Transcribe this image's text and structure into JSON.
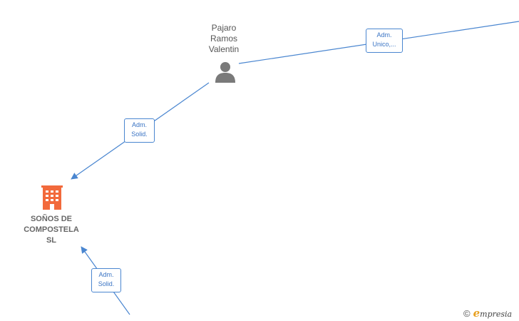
{
  "person": {
    "name_lines": [
      "Pajaro",
      "Ramos",
      "Valentin"
    ],
    "icon": "person-icon"
  },
  "company": {
    "name_lines": [
      "SOÑOS DE",
      "COMPOSTELA",
      "SL"
    ],
    "icon": "building-icon",
    "color": "#f26a3c"
  },
  "edges": {
    "top_right": {
      "lines": [
        "Adm.",
        "Unico,..."
      ]
    },
    "middle": {
      "lines": [
        "Adm.",
        "Solid."
      ]
    },
    "bottom": {
      "lines": [
        "Adm.",
        "Solid."
      ]
    }
  },
  "colors": {
    "edge": "#4a86d0",
    "person": "#7a7a7a"
  },
  "watermark": {
    "copyright": "©",
    "brand_initial": "e",
    "brand_rest": "mpresia"
  }
}
